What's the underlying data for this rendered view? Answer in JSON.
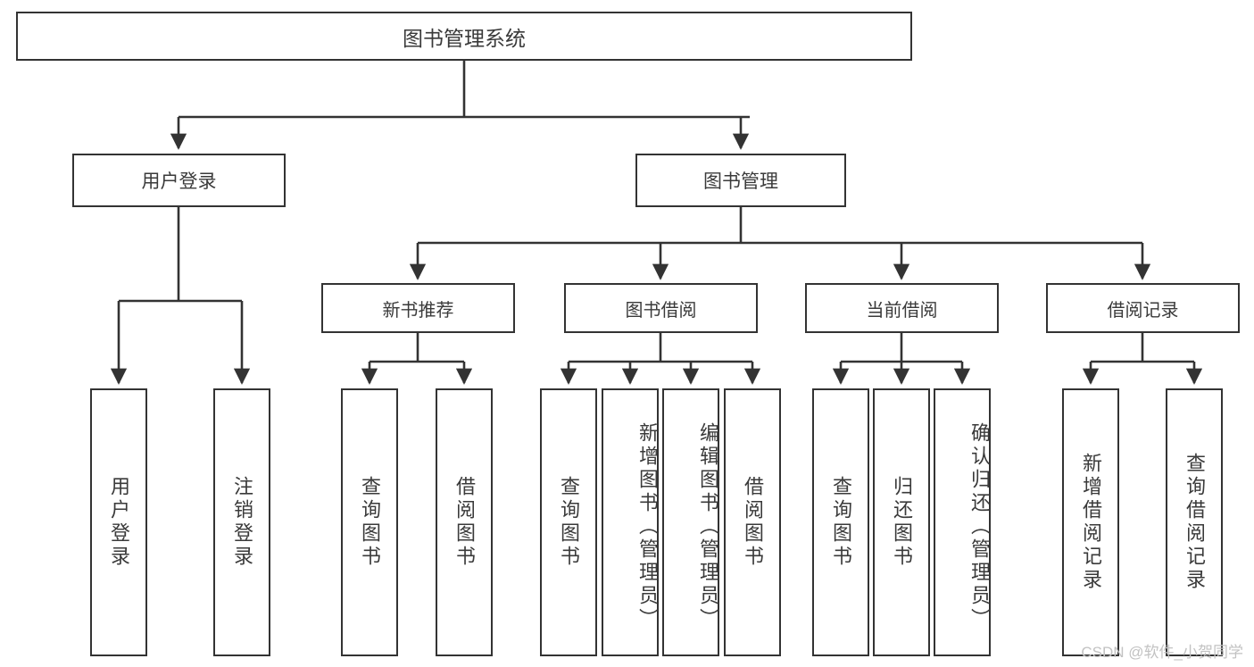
{
  "diagram": {
    "title": "图书管理系统",
    "type": "tree-hierarchy-chart",
    "root": {
      "label": "图书管理系统"
    },
    "level1": [
      {
        "label": "用户登录"
      },
      {
        "label": "图书管理"
      }
    ],
    "level2": [
      {
        "label": "新书推荐"
      },
      {
        "label": "图书借阅"
      },
      {
        "label": "当前借阅"
      },
      {
        "label": "借阅记录"
      }
    ],
    "leaves": {
      "user_login": [
        {
          "label": "用户登录"
        },
        {
          "label": "注销登录"
        }
      ],
      "new_book_recommend": [
        {
          "label": "查询图书"
        },
        {
          "label": "借阅图书"
        }
      ],
      "book_borrow": [
        {
          "label": "查询图书"
        },
        {
          "label": "新增图书（管理员）"
        },
        {
          "label": "编辑图书（管理员）"
        },
        {
          "label": "借阅图书"
        }
      ],
      "current_borrow": [
        {
          "label": "查询图书"
        },
        {
          "label": "归还图书"
        },
        {
          "label": "确认归还（管理员）"
        }
      ],
      "borrow_record": [
        {
          "label": "新增借阅记录"
        },
        {
          "label": "查询借阅记录"
        }
      ]
    }
  },
  "watermark": {
    "text": "CSDN @软件_小贺同学"
  },
  "colors": {
    "box_border": "#333333",
    "box_fill": "#ffffff",
    "text": "#3a3a3a",
    "edge": "#333333",
    "watermark": "#c2c2c2"
  }
}
